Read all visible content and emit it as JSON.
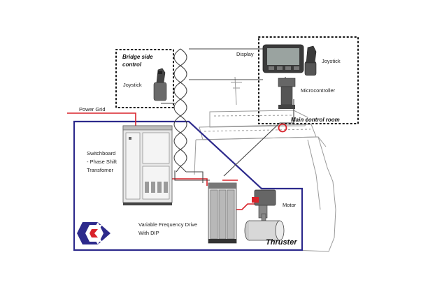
{
  "labels": {
    "power_grid": "Power Grid",
    "bridge_side_1": "Bridge side",
    "bridge_side_2": "control",
    "joystick_bridge": "Joystick",
    "display": "Display",
    "joystick_main": "Joystick",
    "microcontroller": "Microcontroller",
    "main_control_room": "Main control room",
    "switchboard_1": "Switchboard",
    "switchboard_2": "- Phase Shift",
    "switchboard_3": "Transfomer",
    "motor": "Motor",
    "vfd_1": "Variable Frequency Drive",
    "vfd_2": "With DIP",
    "thruster": "Thruster"
  },
  "colors": {
    "system_boundary": "#2d2a8c",
    "power_cable": "#d9222a",
    "control_cable": "#333333",
    "ship_outline": "#9a9a9a",
    "logo_dark": "#2d2a8c",
    "logo_accent": "#d9222a"
  },
  "icons": {
    "logo": "company-logo",
    "joystick": "joystick-icon",
    "display": "display-icon"
  }
}
